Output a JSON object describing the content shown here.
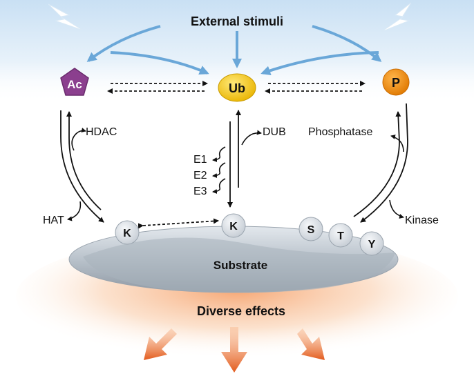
{
  "title": "External stimuli",
  "modifications": {
    "acetylation": "Ac",
    "ubiquitination": "Ub",
    "phosphorylation": "P"
  },
  "enzymes": {
    "hdac": "HDAC",
    "hat": "HAT",
    "dub": "DUB",
    "e1": "E1",
    "e2": "E2",
    "e3": "E3",
    "phosphatase": "Phosphatase",
    "kinase": "Kinase"
  },
  "residues": {
    "lys_left": "K",
    "lys_mid": "K",
    "ser": "S",
    "thr": "T",
    "tyr": "Y"
  },
  "substrate": "Substrate",
  "outcome": "Diverse effects",
  "colors": {
    "stimulus_arrow": "#6aa7d8",
    "ac_node": "#8b3f8e",
    "ub_node": "#f2c200",
    "p_node": "#ef8b0e",
    "residue": "#dde2e8",
    "substrate": "#b7c0c9",
    "effect_arrow": "#e25a1c",
    "glow": "#f6a36e"
  },
  "icons": [
    "lightning-bolt-icon"
  ]
}
